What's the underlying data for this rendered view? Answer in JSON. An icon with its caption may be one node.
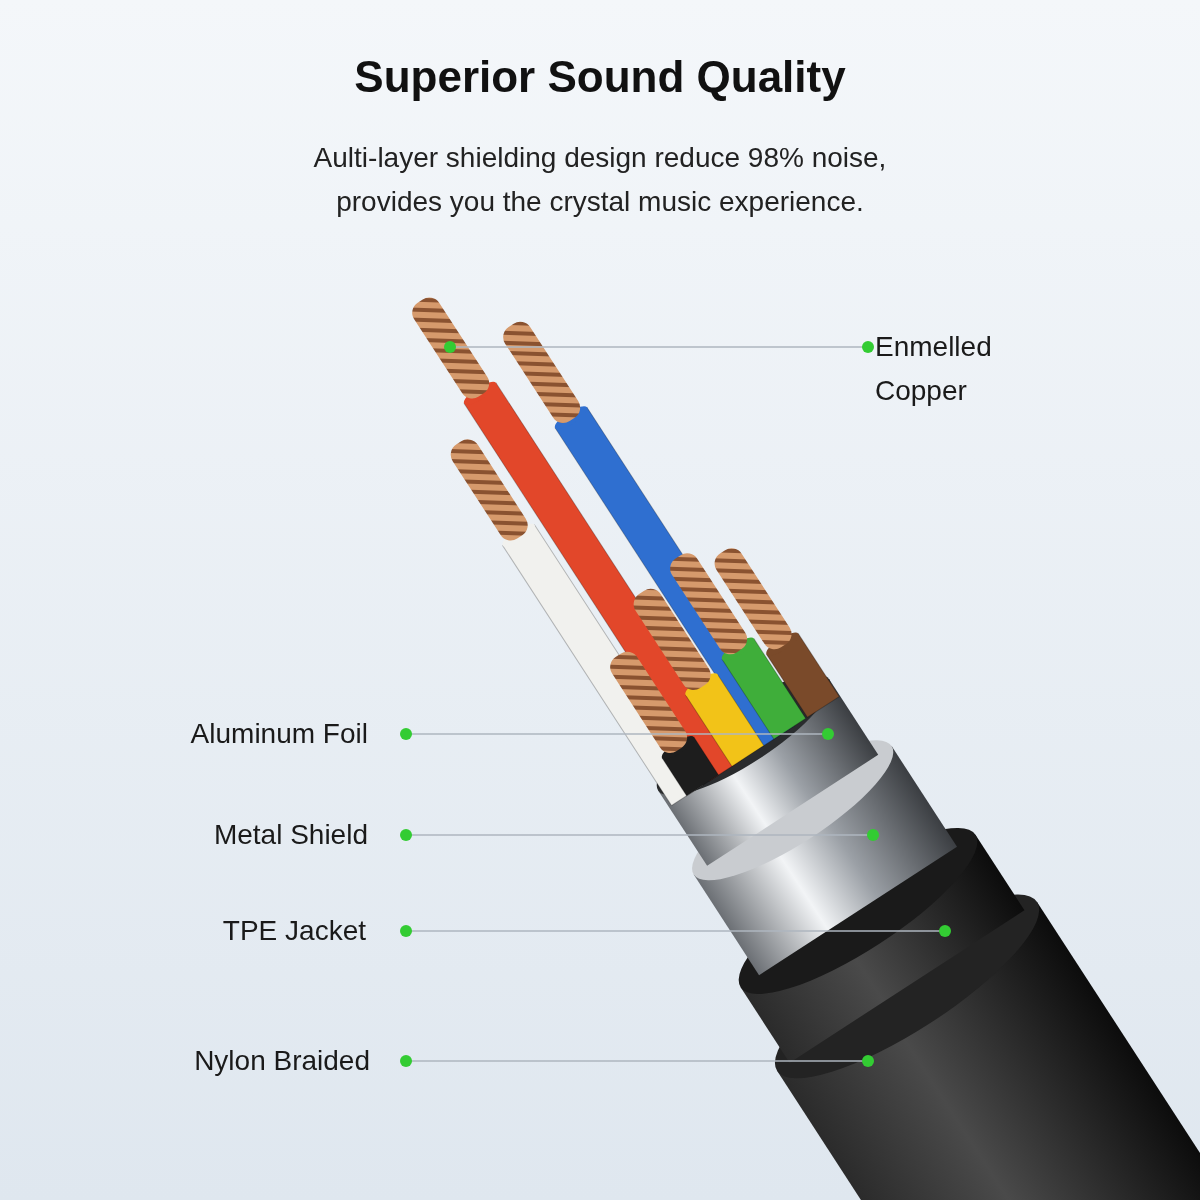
{
  "diagram": {
    "title": "Superior Sound Quality",
    "caption": "Aulti-layer shielding design reduce 98% noise, provides you the crystal music experience.",
    "nodes": [
      {
        "text": [
          "Enmelled Copper"
        ]
      },
      {
        "text": [
          "Aluminum Foil"
        ]
      },
      {
        "text": [
          "Metal Shield"
        ]
      },
      {
        "text": [
          "TPE Jacket"
        ]
      },
      {
        "text": [
          "Nylon Braided"
        ]
      },
      {
        "text": [],
        "shape": "picture"
      },
      {
        "text": [],
        "shape": "picture"
      },
      {
        "text": [],
        "shape": "picture"
      },
      {
        "text": [],
        "shape": "picture"
      },
      {
        "text": [],
        "shape": "picture"
      }
    ],
    "edges": [
      {
        "from": 0,
        "to": 5,
        "arrow": "other"
      },
      {
        "from": 1,
        "to": 6,
        "arrow": "other"
      },
      {
        "from": 2,
        "to": 7,
        "arrow": "other"
      },
      {
        "from": 3,
        "to": 8,
        "arrow": "other"
      },
      {
        "from": 4,
        "to": 9,
        "arrow": "other"
      }
    ]
  }
}
